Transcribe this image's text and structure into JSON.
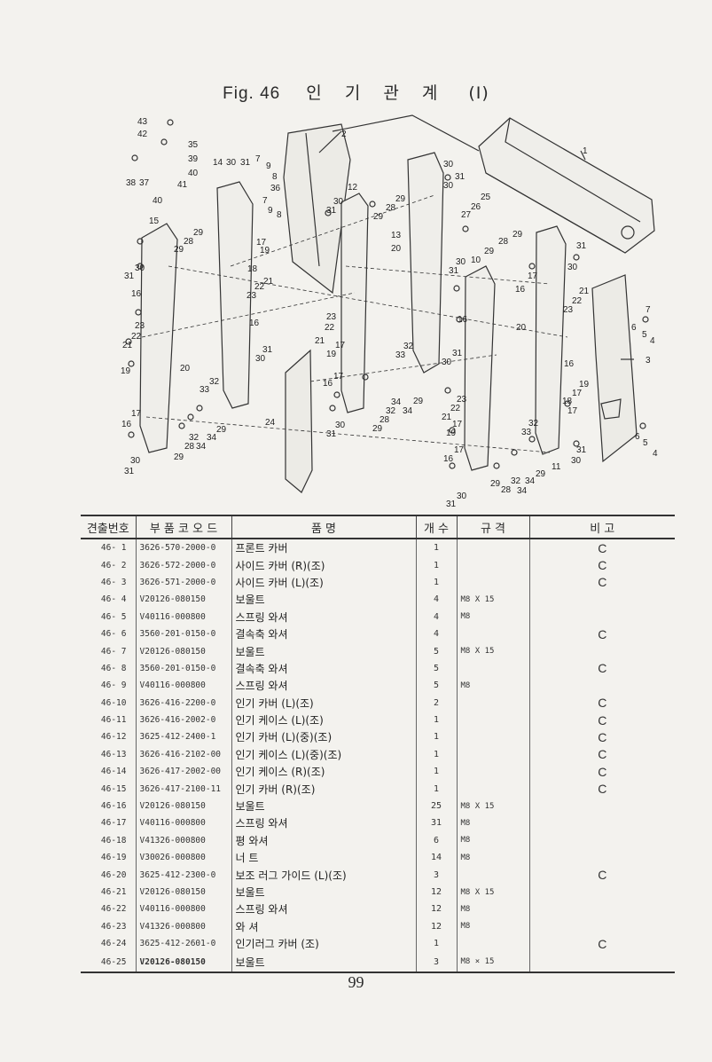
{
  "figure": {
    "number": "Fig. 46",
    "title": "인 기 관 계",
    "part": "(I)"
  },
  "callouts": [
    "1",
    "2",
    "3",
    "4",
    "5",
    "6",
    "7",
    "8",
    "9",
    "10",
    "11",
    "12",
    "13",
    "14",
    "15",
    "16",
    "17",
    "18",
    "19",
    "20",
    "21",
    "22",
    "23",
    "24",
    "25",
    "26",
    "27",
    "28",
    "29",
    "30",
    "31",
    "32",
    "33",
    "34",
    "35",
    "36",
    "37",
    "38",
    "39",
    "40",
    "41",
    "42",
    "43"
  ],
  "table": {
    "headers": [
      "견출번호",
      "부 품 코 오 드",
      "품 명",
      "개 수",
      "규 격",
      "비 고"
    ],
    "rows": [
      {
        "no": "46- 1",
        "code": "3626-570-2000-0",
        "name": "프론트 카버",
        "qty": "1",
        "spec": "",
        "note": "C"
      },
      {
        "no": "46- 2",
        "code": "3626-572-2000-0",
        "name": "사이드 카버 (R)(조)",
        "qty": "1",
        "spec": "",
        "note": "C"
      },
      {
        "no": "46- 3",
        "code": "3626-571-2000-0",
        "name": "사이드 카버 (L)(조)",
        "qty": "1",
        "spec": "",
        "note": "C"
      },
      {
        "no": "46- 4",
        "code": "V20126-080150",
        "name": "보울트",
        "qty": "4",
        "spec": "M8 X 15",
        "note": ""
      },
      {
        "no": "46- 5",
        "code": "V40116-000800",
        "name": "스프링 와셔",
        "qty": "4",
        "spec": "M8",
        "note": ""
      },
      {
        "no": "46- 6",
        "code": "3560-201-0150-0",
        "name": "결속축 와셔",
        "qty": "4",
        "spec": "",
        "note": "C"
      },
      {
        "no": "46- 7",
        "code": "V20126-080150",
        "name": "보울트",
        "qty": "5",
        "spec": "M8 X 15",
        "note": ""
      },
      {
        "no": "46- 8",
        "code": "3560-201-0150-0",
        "name": "결속축 와셔",
        "qty": "5",
        "spec": "",
        "note": "C"
      },
      {
        "no": "46- 9",
        "code": "V40116-000800",
        "name": "스프링 와셔",
        "qty": "5",
        "spec": "M8",
        "note": ""
      },
      {
        "no": "46-10",
        "code": "3626-416-2200-0",
        "name": "인기 카버 (L)(조)",
        "qty": "2",
        "spec": "",
        "note": "C"
      },
      {
        "no": "46-11",
        "code": "3626-416-2002-0",
        "name": "인기 케이스 (L)(조)",
        "qty": "1",
        "spec": "",
        "note": "C"
      },
      {
        "no": "46-12",
        "code": "3625-412-2400-1",
        "name": "인기 카버 (L)(중)(조)",
        "qty": "1",
        "spec": "",
        "note": "C"
      },
      {
        "no": "46-13",
        "code": "3626-416-2102-00",
        "name": "인기 케이스 (L)(중)(조)",
        "qty": "1",
        "spec": "",
        "note": "C"
      },
      {
        "no": "46-14",
        "code": "3626-417-2002-00",
        "name": "인기 케이스 (R)(조)",
        "qty": "1",
        "spec": "",
        "note": "C"
      },
      {
        "no": "46-15",
        "code": "3626-417-2100-11",
        "name": "인기 카버 (R)(조)",
        "qty": "1",
        "spec": "",
        "note": "C"
      },
      {
        "no": "46-16",
        "code": "V20126-080150",
        "name": "보울트",
        "qty": "25",
        "spec": "M8 X 15",
        "note": ""
      },
      {
        "no": "46-17",
        "code": "V40116-000800",
        "name": "스프링 와셔",
        "qty": "31",
        "spec": "M8",
        "note": ""
      },
      {
        "no": "46-18",
        "code": "V41326-000800",
        "name": "평 와셔",
        "qty": "6",
        "spec": "M8",
        "note": ""
      },
      {
        "no": "46-19",
        "code": "V30026-000800",
        "name": "너 트",
        "qty": "14",
        "spec": "M8",
        "note": ""
      },
      {
        "no": "46-20",
        "code": "3625-412-2300-0",
        "name": "보조 러그 가이드 (L)(조)",
        "qty": "3",
        "spec": "",
        "note": "C"
      },
      {
        "no": "46-21",
        "code": "V20126-080150",
        "name": "보울트",
        "qty": "12",
        "spec": "M8 X 15",
        "note": ""
      },
      {
        "no": "46-22",
        "code": "V40116-000800",
        "name": "스프링 와셔",
        "qty": "12",
        "spec": "M8",
        "note": ""
      },
      {
        "no": "46-23",
        "code": "V41326-000800",
        "name": "와 셔",
        "qty": "12",
        "spec": "M8",
        "note": ""
      },
      {
        "no": "46-24",
        "code": "3625-412-2601-0",
        "name": "인기러그 카버 (조)",
        "qty": "1",
        "spec": "",
        "note": "C"
      },
      {
        "no": "46-25",
        "code": "V20126-080150",
        "name": "보울트",
        "qty": "3",
        "spec": "M8 × 15",
        "note": ""
      }
    ]
  },
  "page_number": "99"
}
